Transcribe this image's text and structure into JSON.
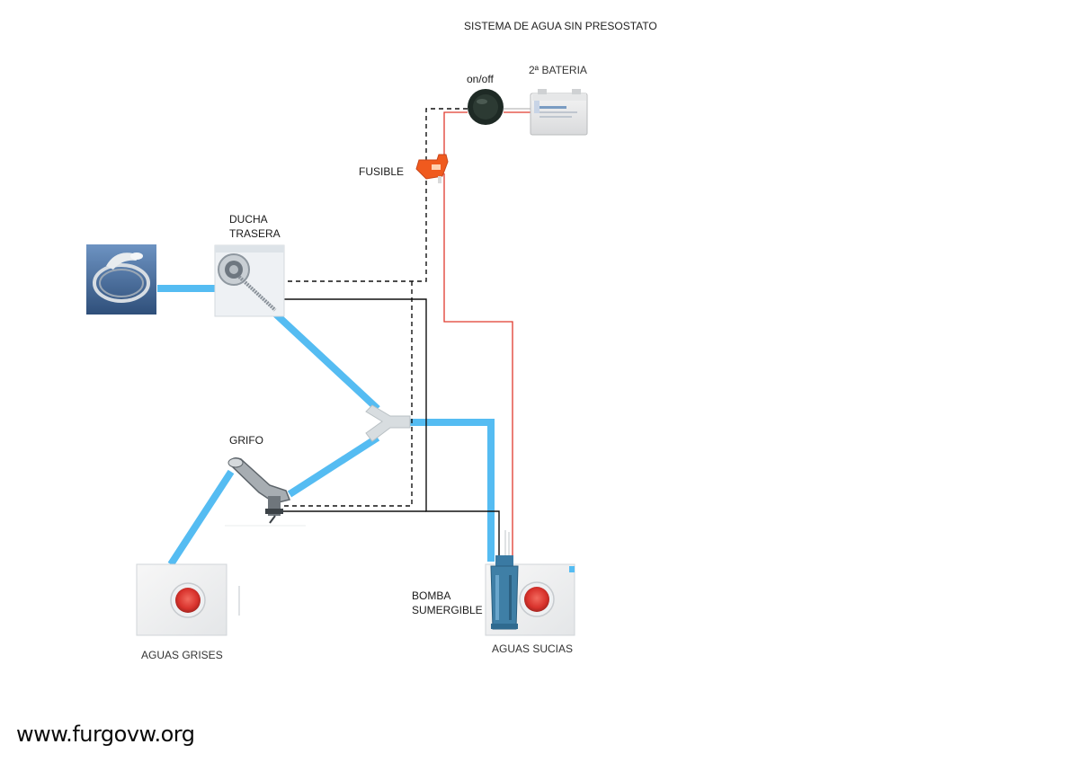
{
  "title": "SISTEMA DE AGUA SIN PRESOSTATO",
  "labels": {
    "on_off": "on/off",
    "battery": "2ª BATERIA",
    "fuse": "FUSIBLE",
    "rear_shower": "DUCHA TRASERA",
    "tap": "GRIFO",
    "pump": "BOMBA SUMERGIBLE",
    "grey_water": "AGUAS GRISES",
    "dirty_water": "AGUAS SUCIAS"
  },
  "watermark": "www.furgovw.org",
  "colors": {
    "water_pipe": "#55bcf2",
    "positive_wire": "#e03a2e",
    "negative_wire": "#111111",
    "switch_wire": "#111111",
    "tank_button": "#e23b3b",
    "pump_body": "#3f7fa6",
    "fuse": "#f05a1e"
  }
}
